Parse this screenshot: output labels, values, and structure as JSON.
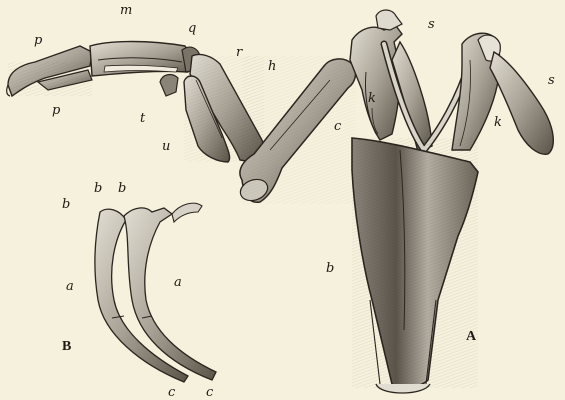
{
  "panels": {
    "A": "A",
    "B": "B"
  },
  "labels": {
    "m": "m",
    "p_upper": "p",
    "p_lower": "p",
    "q": "q",
    "r": "r",
    "t": "t",
    "u": "u",
    "h": "h",
    "s_left": "s",
    "s_right": "s",
    "k_left": "k",
    "k_right": "k",
    "c": "c",
    "b_A": "b",
    "b_B_top1": "b",
    "b_B_top2": "b",
    "b_B_left": "b",
    "a_left": "a",
    "a_right": "a",
    "c_B_left": "c",
    "c_B_right": "c"
  },
  "colors": {
    "paper": "#f6f1dc",
    "ink": "#1f1a14",
    "bone_light": "#cfcac0",
    "bone_mid": "#9a948a",
    "bone_dark": "#4a443c"
  }
}
